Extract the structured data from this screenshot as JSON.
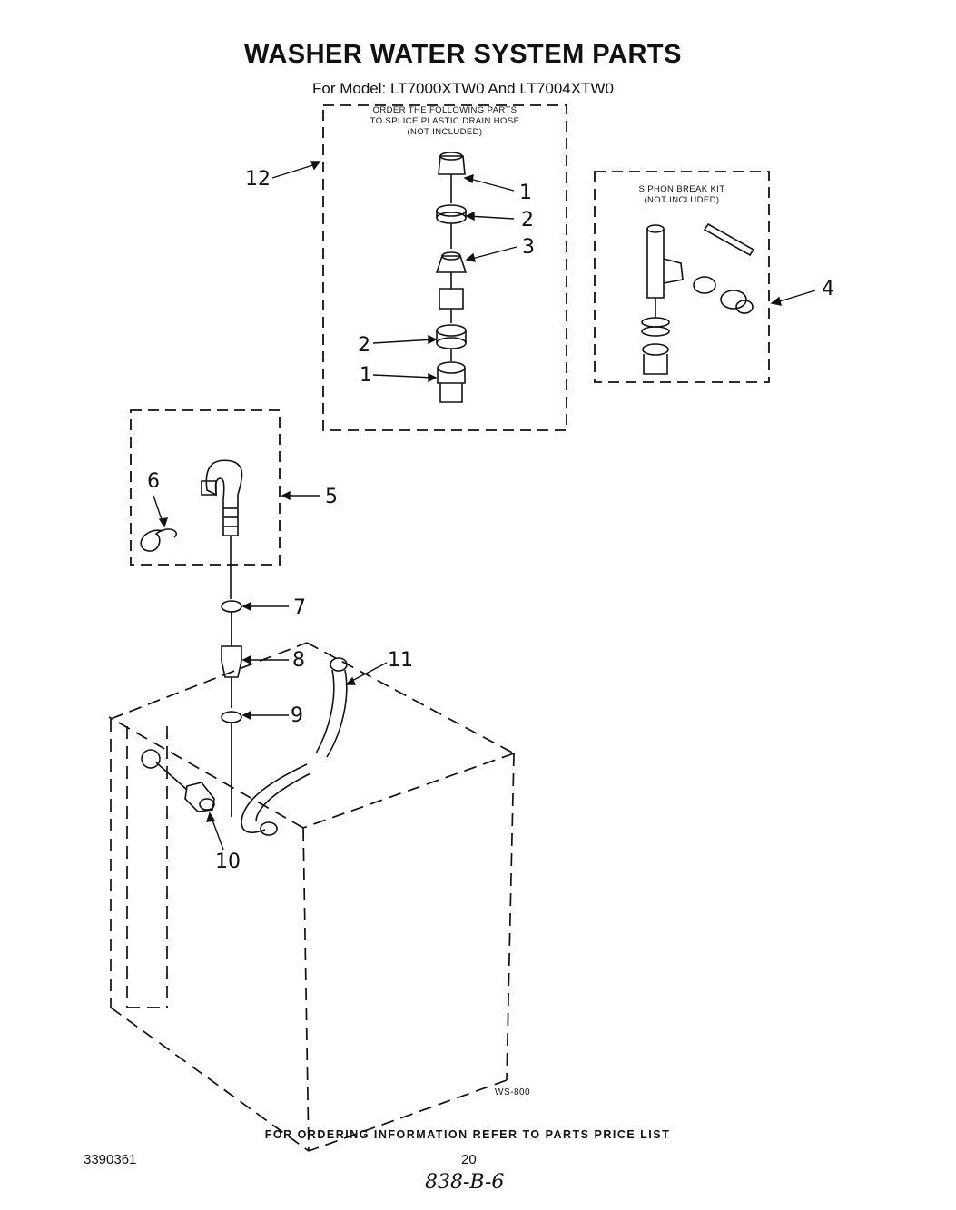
{
  "title": "WASHER WATER SYSTEM PARTS",
  "subtitle": "For Model: LT7000XTW0 And LT7004XTW0",
  "splice_box": {
    "note_lines": [
      "ORDER THE FOLLOWING PARTS",
      "TO SPLICE PLASTIC DRAIN HOSE",
      "(NOT INCLUDED)"
    ]
  },
  "siphon_box": {
    "note_lines": [
      "SIPHON BREAK KIT",
      "(NOT INCLUDED)"
    ]
  },
  "callouts": {
    "c1a": "1",
    "c2a": "2",
    "c3": "3",
    "c2b": "2",
    "c1b": "1",
    "c4": "4",
    "c5": "5",
    "c6": "6",
    "c7": "7",
    "c8": "8",
    "c9": "9",
    "c10": "10",
    "c11": "11",
    "c12": "12"
  },
  "figure_code": "WS-800",
  "footer_note": "FOR ORDERING INFORMATION REFER TO PARTS PRICE LIST",
  "doc_number": "3390361",
  "page_number": "20",
  "handwritten_note": "838-B-6"
}
